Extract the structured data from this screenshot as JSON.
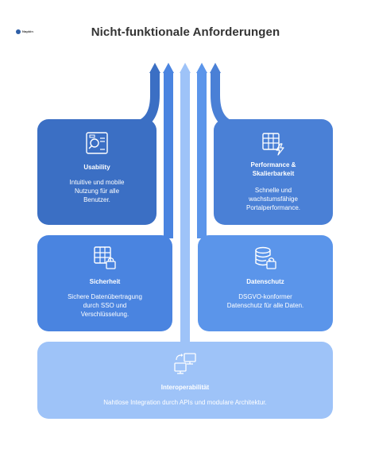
{
  "title": "Nicht-funktionale Anforderungen",
  "logo": {
    "text": "Napkin"
  },
  "colors": {
    "arrow_dark": "#3b6fc4",
    "arrow_mid": "#4a84e0",
    "arrow_light": "#9ec3f8",
    "arrow_right_mid": "#5b95ea",
    "arrow_right_dark": "#4a80d6"
  },
  "cards": {
    "usability": {
      "heading": "Usability",
      "lines": [
        "Intuitive und mobile",
        "Nutzung für alle",
        "Benutzer."
      ],
      "icon": "usability-icon"
    },
    "performance": {
      "heading_lines": [
        "Performance &",
        "Skalierbarkeit"
      ],
      "lines": [
        "Schnelle und",
        "wachstumsfähige",
        "Portalperformance."
      ],
      "icon": "table-lightning-icon"
    },
    "sicherheit": {
      "heading": "Sicherheit",
      "lines": [
        "Sichere Datenübertragung",
        "durch SSO und",
        "Verschlüsselung."
      ],
      "icon": "grid-lock-icon"
    },
    "datenschutz": {
      "heading": "Datenschutz",
      "lines": [
        "DSGVO-konformer",
        "Datenschutz für alle Daten."
      ],
      "icon": "database-lock-icon"
    },
    "interoperabilitaet": {
      "heading": "Interoperabilität",
      "lines": [
        "Nahtlose Integration durch APIs und modulare Architektur."
      ],
      "icon": "computers-sync-icon"
    }
  }
}
